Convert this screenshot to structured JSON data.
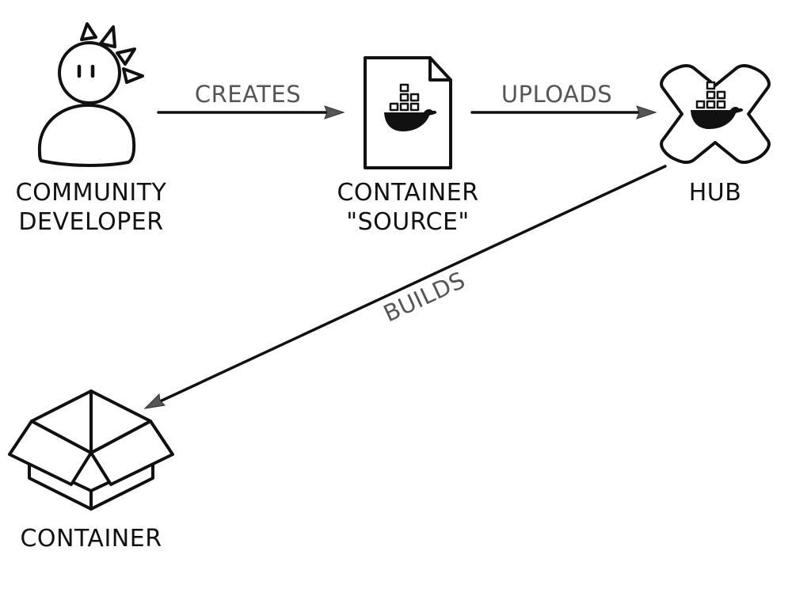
{
  "nodes": {
    "developer": {
      "line1": "COMMUNITY",
      "line2": "DEVELOPER",
      "icon": "person-icon"
    },
    "source": {
      "line1": "CONTAINER",
      "line2": "\"SOURCE\"",
      "icon": "docker-file-icon"
    },
    "hub": {
      "line1": "HUB",
      "icon": "docker-hub-icon"
    },
    "container": {
      "line1": "CONTAINER",
      "icon": "open-box-icon"
    }
  },
  "edges": {
    "creates": {
      "label": "CREATES",
      "from": "developer",
      "to": "source"
    },
    "uploads": {
      "label": "UPLOADS",
      "from": "source",
      "to": "hub"
    },
    "builds": {
      "label": "BUILDS",
      "from": "hub",
      "to": "container"
    }
  }
}
